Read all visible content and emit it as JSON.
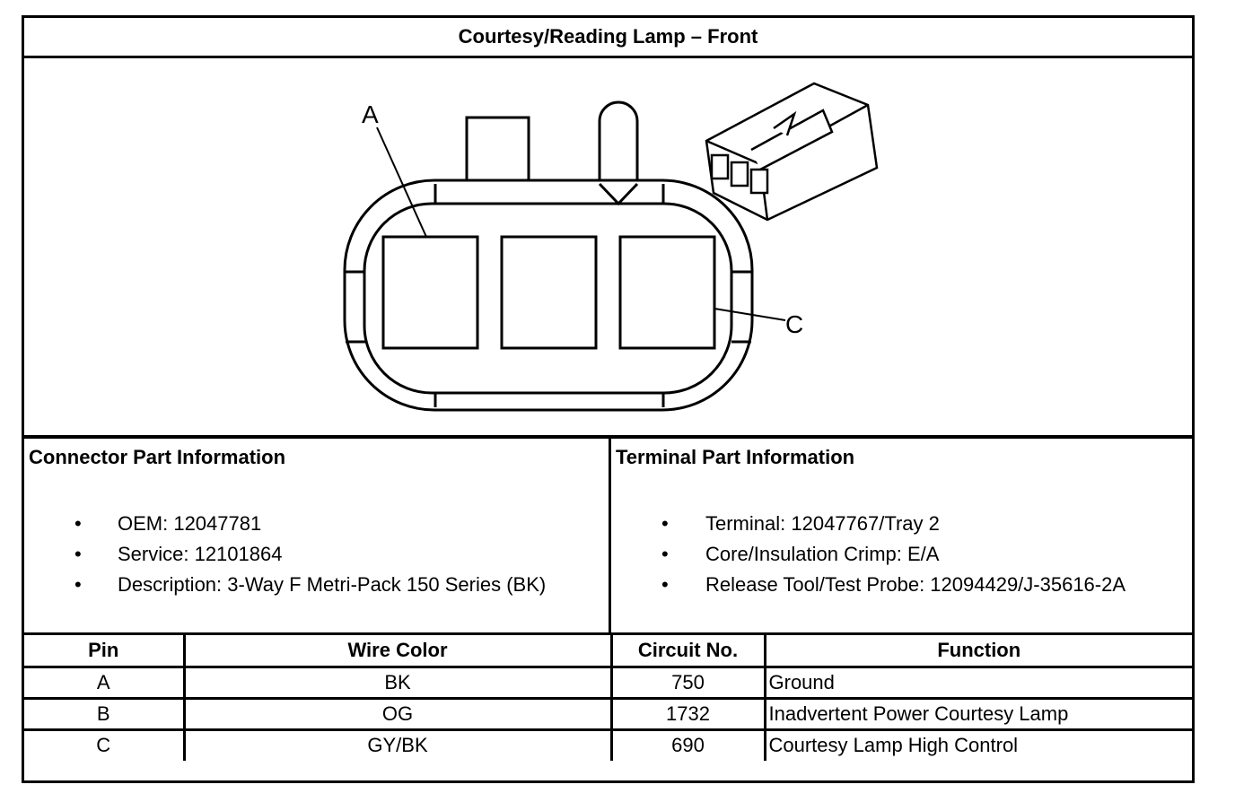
{
  "title": "Courtesy/Reading Lamp – Front",
  "diagram": {
    "label_a": "A",
    "label_c": "C"
  },
  "connector_info": {
    "heading": "Connector Part Information",
    "items": [
      "OEM: 12047781",
      "Service: 12101864",
      "Description: 3-Way F Metri-Pack 150 Series (BK)"
    ]
  },
  "terminal_info": {
    "heading": "Terminal Part Information",
    "items": [
      "Terminal: 12047767/Tray 2",
      "Core/Insulation Crimp: E/A",
      "Release Tool/Test Probe: 12094429/J-35616-2A"
    ]
  },
  "bullet": "•",
  "table": {
    "headers": [
      "Pin",
      "Wire Color",
      "Circuit No.",
      "Function"
    ],
    "rows": [
      [
        "A",
        "BK",
        "750",
        "Ground"
      ],
      [
        "B",
        "OG",
        "1732",
        "Inadvertent Power Courtesy Lamp"
      ],
      [
        "C",
        "GY/BK",
        "690",
        "Courtesy Lamp High Control"
      ]
    ]
  }
}
